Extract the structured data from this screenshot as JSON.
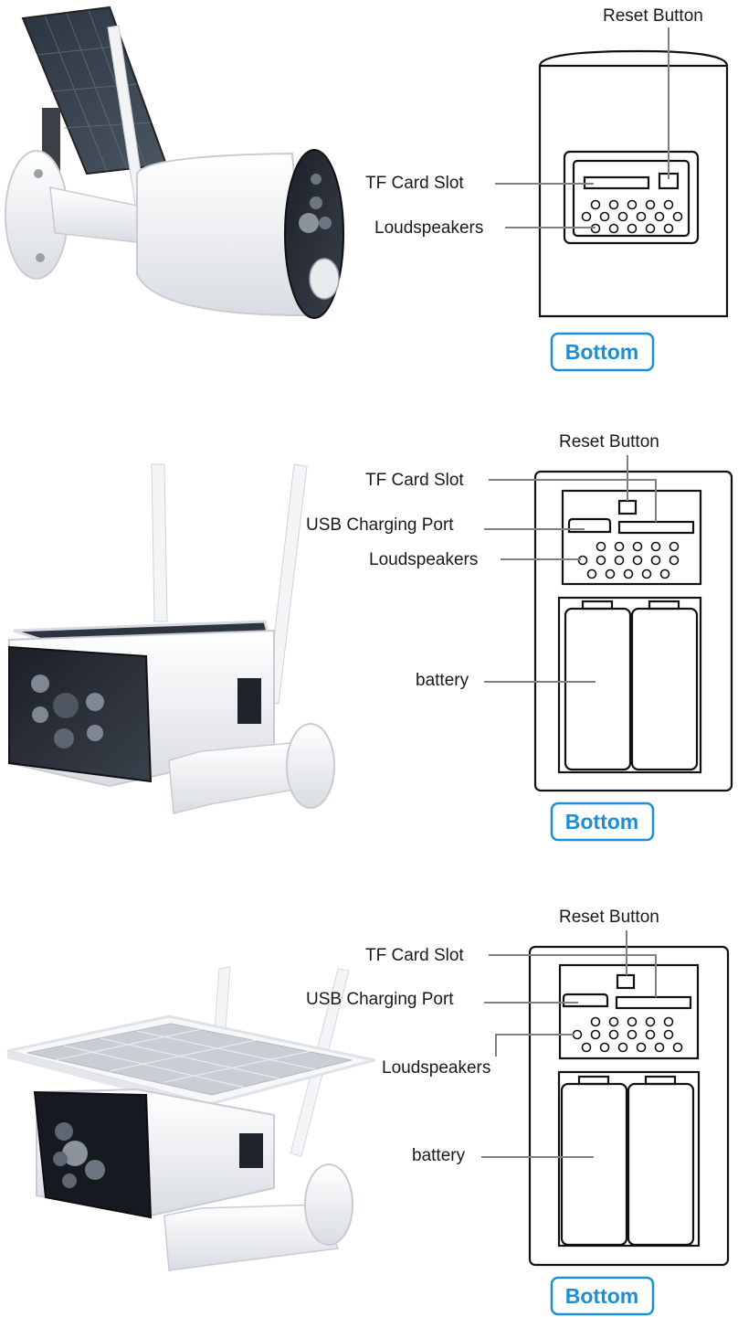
{
  "colors": {
    "badge": "#1a8fd6",
    "leader": "#808080",
    "outline": "#111111"
  },
  "panels": [
    {
      "labels": {
        "reset": "Reset Button",
        "tf": "TF Card Slot",
        "speakers": "Loudspeakers"
      },
      "badge": "Bottom"
    },
    {
      "labels": {
        "reset": "Reset Button",
        "tf": "TF Card Slot",
        "usb": "USB Charging Port",
        "speakers": "Loudspeakers",
        "battery": "battery"
      },
      "badge": "Bottom"
    },
    {
      "labels": {
        "reset": "Reset Button",
        "tf": "TF Card Slot",
        "usb": "USB Charging Port",
        "speakers": "Loudspeakers",
        "battery": "battery"
      },
      "badge": "Bottom"
    }
  ]
}
